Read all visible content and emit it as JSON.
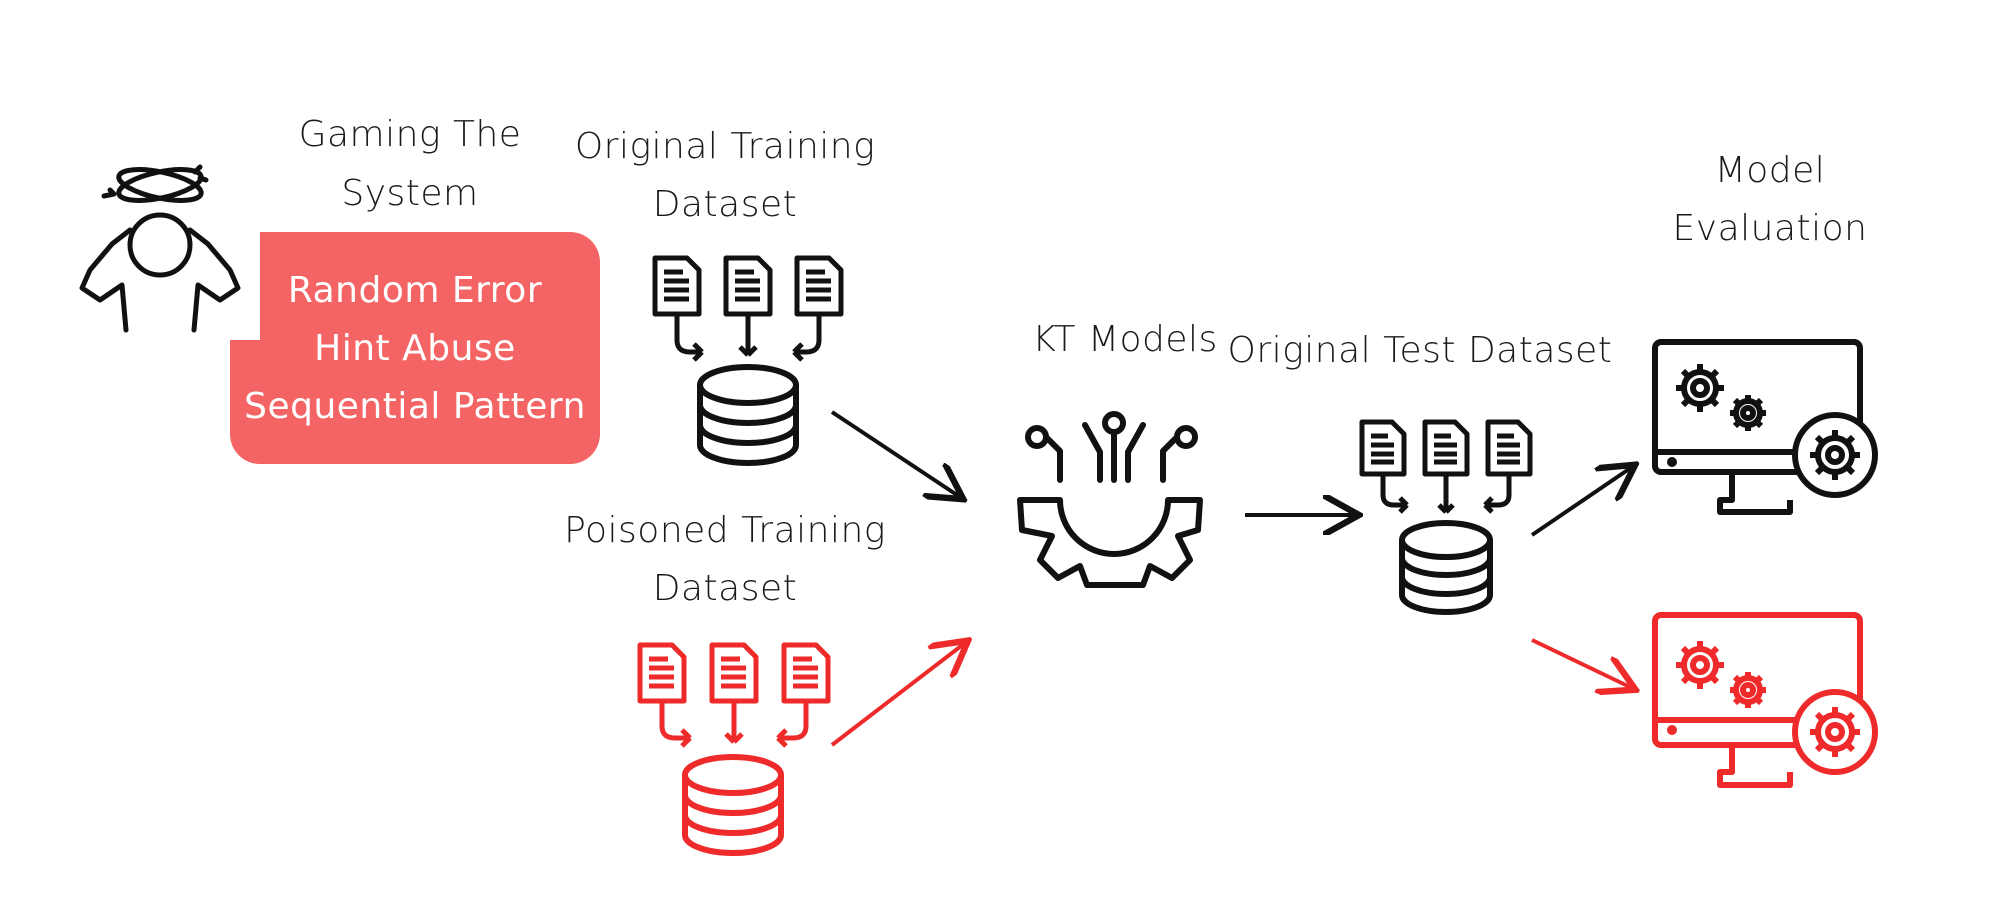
{
  "attack": {
    "title_line1": "Gaming The",
    "title_line2": "System",
    "items": [
      "Random Error",
      "Hint Abuse",
      "Sequential Pattern"
    ]
  },
  "datasets": {
    "original_training_line1": "Original Training",
    "original_training_line2": "Dataset",
    "poisoned_training_line1": "Poisoned Training",
    "poisoned_training_line2": "Dataset",
    "original_test": "Original Test Dataset"
  },
  "models": {
    "label": "KT Models"
  },
  "evaluation": {
    "line1": "Model",
    "line2": "Evaluation"
  },
  "colors": {
    "normal": "#111111",
    "poisoned": "#ee2a2a",
    "attack_box": "#f46464"
  }
}
